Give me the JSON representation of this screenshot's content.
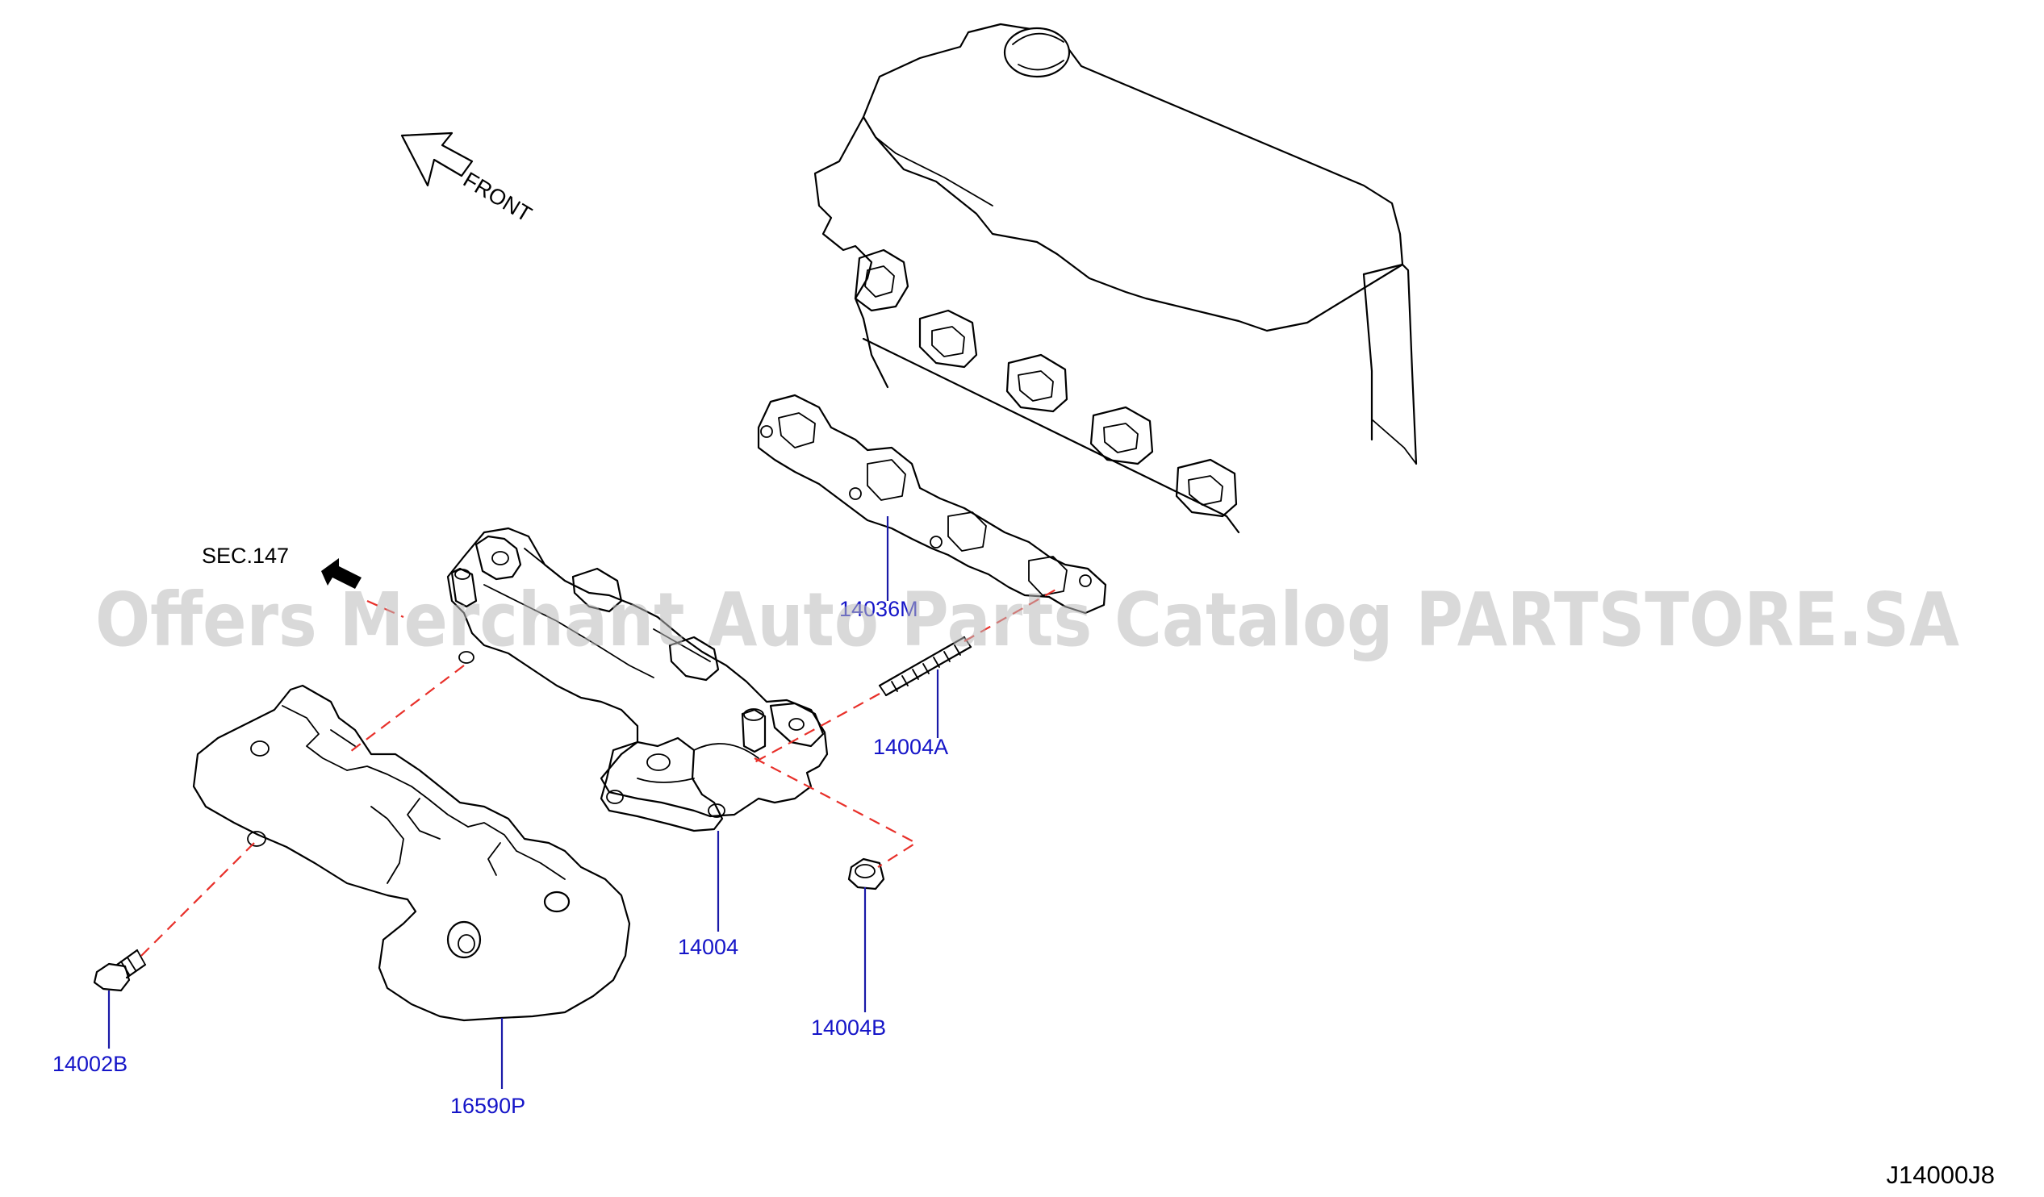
{
  "labels": {
    "front": "FRONT",
    "section_ref": "SEC.147",
    "drawing_code": "J14000J8"
  },
  "parts": [
    {
      "number": "14036M"
    },
    {
      "number": "14004A"
    },
    {
      "number": "14004"
    },
    {
      "number": "14004B"
    },
    {
      "number": "14002B"
    },
    {
      "number": "16590P"
    }
  ],
  "watermark": "Offers Merchant Auto Parts Catalog PARTSTORE.SA",
  "colors": {
    "part_label": "#1515c8",
    "leader_line": "#1a1aa8",
    "dashed_guide": "#e8302a",
    "linework": "#000000",
    "watermark": "#b9b9b9"
  }
}
